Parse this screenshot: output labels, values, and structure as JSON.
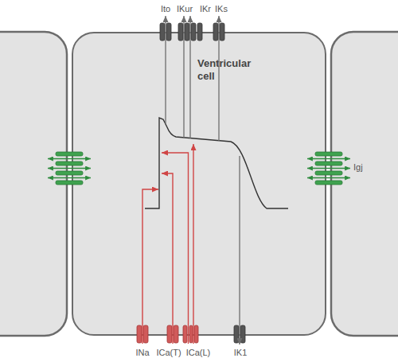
{
  "diagram": {
    "nodes": [
      {
        "text": [
          "Ventricular cell"
        ]
      }
    ],
    "labels": [
      "Ito",
      "IKur",
      "IKr",
      "IKs",
      "Igj",
      "INa",
      "ICa(T)",
      "ICa(L)",
      "IK1"
    ]
  }
}
